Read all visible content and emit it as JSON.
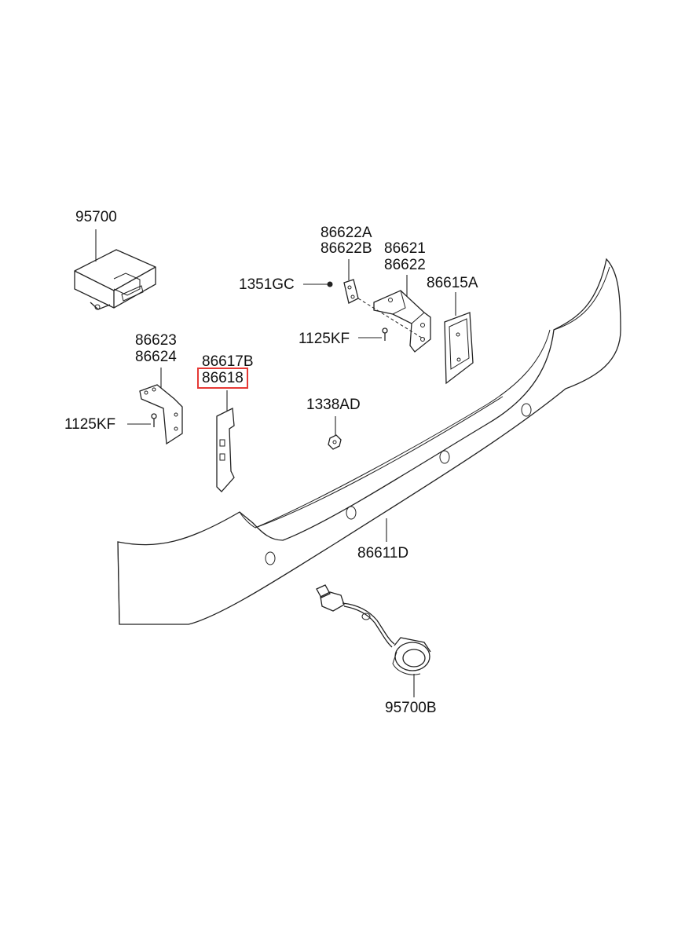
{
  "labels": {
    "p95700": "95700",
    "p86622A": "86622A",
    "p86622B": "86622B",
    "p86621": "86621",
    "p86622": "86622",
    "p1351GC": "1351GC",
    "p86615A": "86615A",
    "p1125KF_right": "1125KF",
    "p86623": "86623",
    "p86624": "86624",
    "p86617B": "86617B",
    "p86618": "86618",
    "p1125KF_left": "1125KF",
    "p1338AD": "1338AD",
    "p86611D": "86611D",
    "p95700B": "95700B"
  },
  "highlight": {
    "part": "86618",
    "color": "#e53935"
  }
}
